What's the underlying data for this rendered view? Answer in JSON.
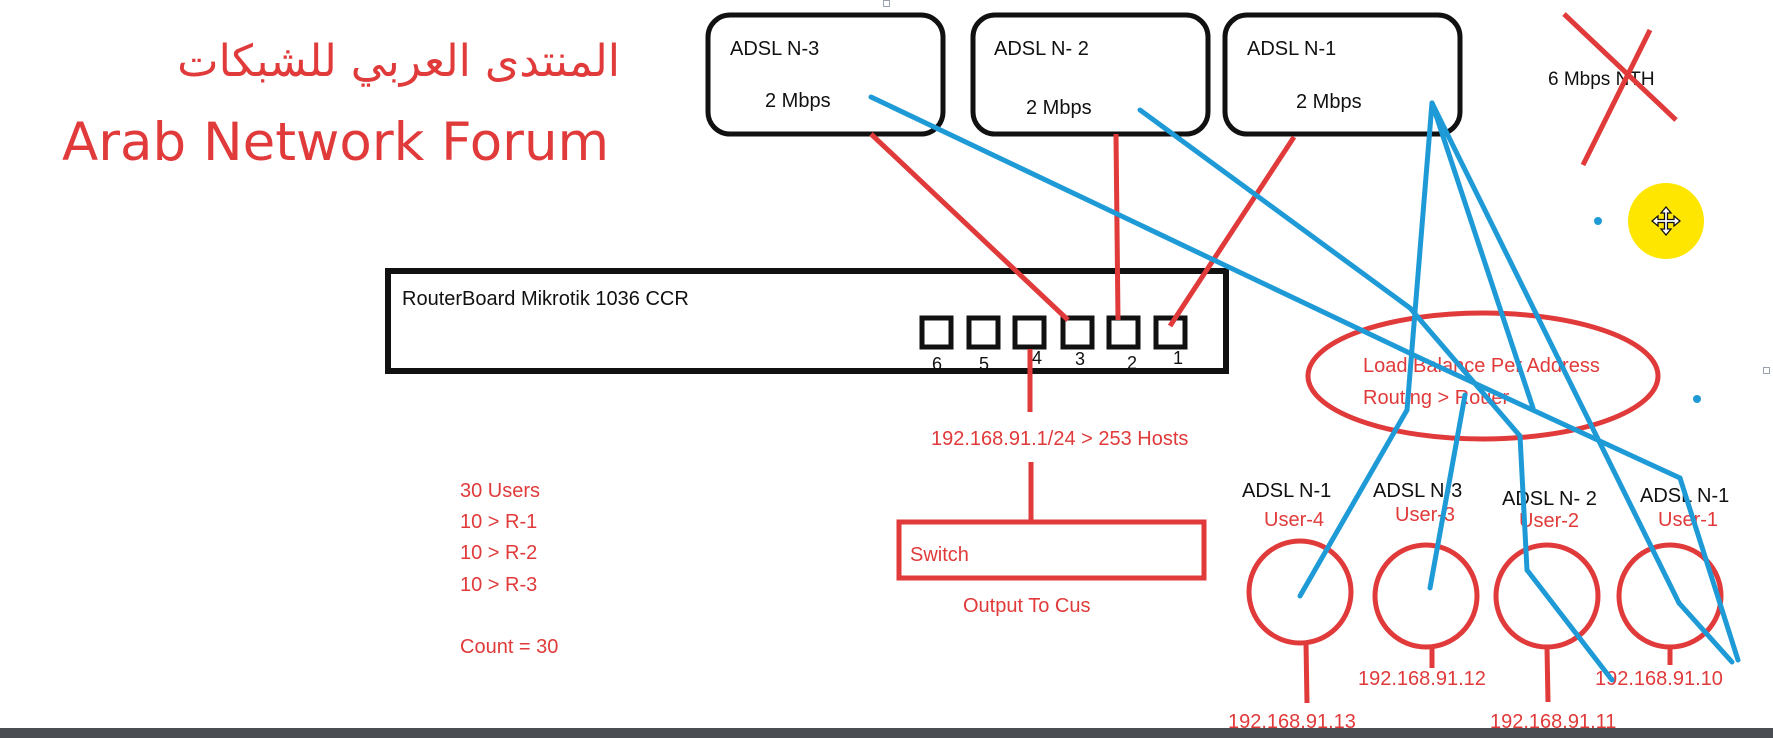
{
  "brand": {
    "arabic": "المنتدى العربي للشبكات",
    "english": "Arab Network Forum"
  },
  "colors": {
    "red": "#e03a3a",
    "blue": "#1e9ad6",
    "black": "#111111",
    "yellow": "#ffe600"
  },
  "adsl_boxes": [
    {
      "name": "ADSL  N-3",
      "speed": "2 Mbps"
    },
    {
      "name": "ADSL  N- 2",
      "speed": "2 Mbps"
    },
    {
      "name": "ADSL  N-1",
      "speed": "2 Mbps"
    }
  ],
  "nth_note": "6 Mbps NTH",
  "router": {
    "label": "RouterBoard Mikrotik  1036 CCR",
    "ports": [
      "6",
      "5",
      "4",
      "3",
      "2",
      "1"
    ]
  },
  "network": "192.168.91.1/24   > 253  Hosts",
  "users_note": [
    "30 Users",
    "10 > R-1",
    "10 > R-2",
    "10 > R-3",
    "Count = 30"
  ],
  "switch": {
    "label": "Switch",
    "output": "Output To Cus"
  },
  "load_balance": [
    "Load Balance  Per Address",
    "Routing > Rouer"
  ],
  "clients": [
    {
      "adsl": "ADSL  N-1",
      "user": "User-4",
      "ip": "192.168.91.13"
    },
    {
      "adsl": "ADSL  N-3",
      "user": "User-3",
      "ip": "192.168.91.12"
    },
    {
      "adsl": "ADSL  N- 2",
      "user": "User-2",
      "ip": "192.168.91.11"
    },
    {
      "adsl": "ADSL  N-1",
      "user": "User-1",
      "ip": "192.168.91.10"
    }
  ],
  "icons": {
    "cursor": "move-icon"
  }
}
